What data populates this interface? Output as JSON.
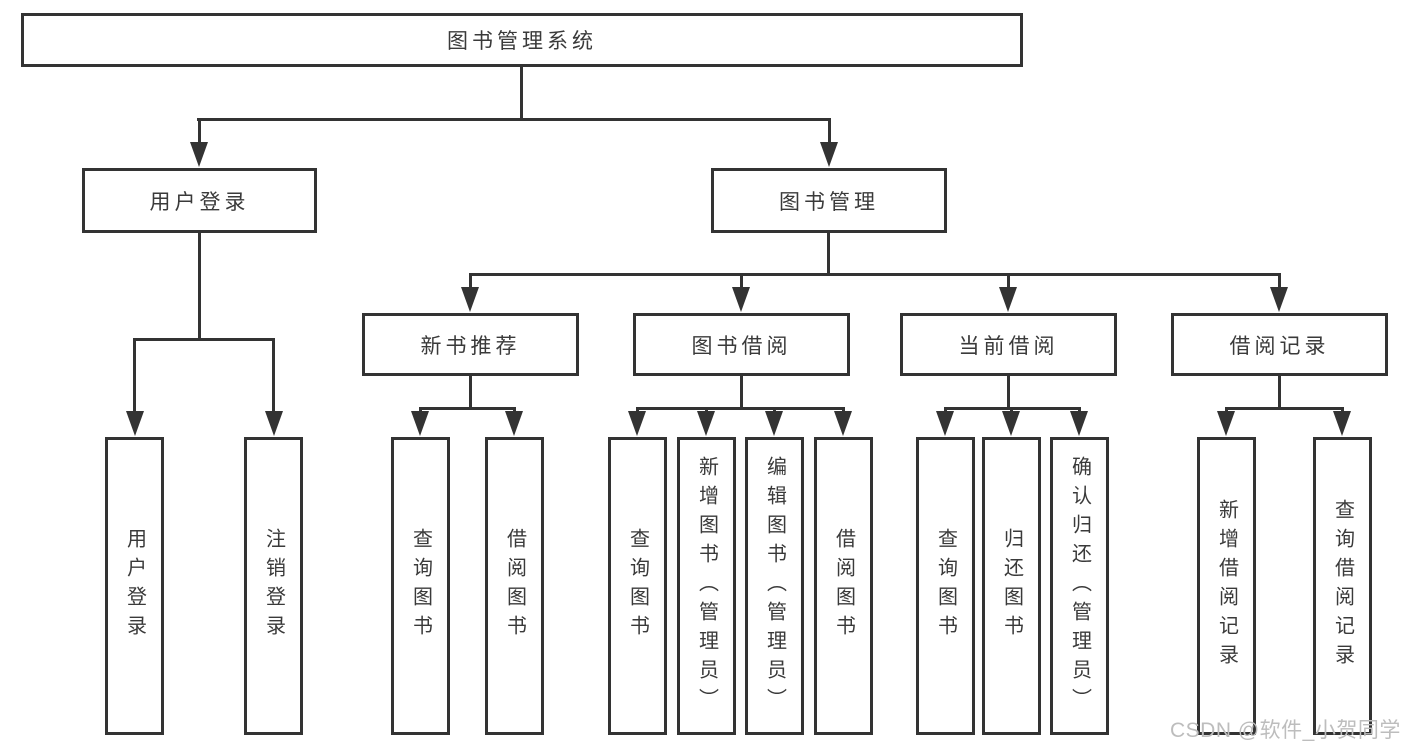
{
  "diagram": {
    "root": "图书管理系统",
    "level1": {
      "user_login": "用户登录",
      "book_mgmt": "图书管理"
    },
    "level2": {
      "new_books": "新书推荐",
      "book_borrow": "图书借阅",
      "current_borrow": "当前借阅",
      "borrow_records": "借阅记录"
    },
    "leaves": {
      "user_login": [
        "用户登录",
        "注销登录"
      ],
      "new_books": [
        "查询图书",
        "借阅图书"
      ],
      "book_borrow": [
        "查询图书",
        "新增图书（管理员）",
        "编辑图书（管理员）",
        "借阅图书"
      ],
      "current_borrow": [
        "查询图书",
        "归还图书",
        "确认归还（管理员）"
      ],
      "borrow_records": [
        "新增借阅记录",
        "查询借阅记录"
      ]
    }
  },
  "watermark": "CSDN @软件_小贺同学",
  "colors": {
    "border": "#333333",
    "text": "#3a3a3a",
    "watermark": "#bdbdbd",
    "background": "#ffffff"
  }
}
